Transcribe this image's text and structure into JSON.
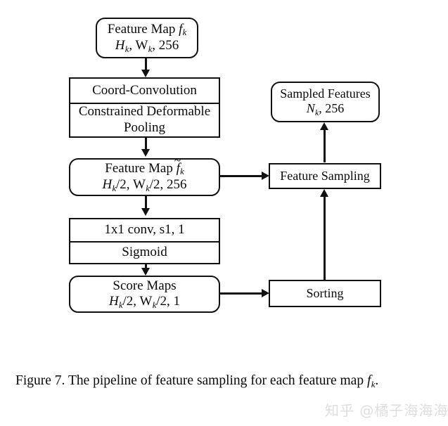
{
  "figure": {
    "nodes": {
      "feature_map_fk": {
        "line1_pre": "Feature Map ",
        "line1_var": "f",
        "line1_sub": "k",
        "line2": "H",
        "line2_sub1": "k",
        "line2_mid": ", W",
        "line2_sub2": "k",
        "line2_tail": ", 256",
        "full_text": "Feature Map f_k / H_k, W_k, 256"
      },
      "coord_convolution": {
        "label": "Coord-Convolution"
      },
      "constrained_deformable_pooling": {
        "line1": "Constrained Deformable",
        "line2": "Pooling"
      },
      "feature_map_ftilde_k": {
        "line1_pre": "Feature Map ",
        "line1_var": "f",
        "line1_sub": "k",
        "tilde": "~",
        "line2": "H",
        "line2_sub1": "k",
        "line2_mid": "/2, W",
        "line2_sub2": "k",
        "line2_tail": "/2, 256",
        "full_text": "Feature Map f~_k / H_k/2, W_k/2, 256"
      },
      "conv1x1": {
        "label": "1x1 conv, s1, 1"
      },
      "sigmoid": {
        "label": "Sigmoid"
      },
      "score_maps": {
        "line1": "Score Maps",
        "line2": "H",
        "line2_sub1": "k",
        "line2_mid": "/2, W",
        "line2_sub2": "k",
        "line2_tail": "/2, 1",
        "full_text": "Score Maps / H_k/2, W_k/2, 1"
      },
      "sampled_features": {
        "line1": "Sampled Features",
        "line2_var": "N",
        "line2_sub": "k",
        "line2_tail": ", 256",
        "full_text": "Sampled Features / N_k, 256"
      },
      "feature_sampling": {
        "label": "Feature Sampling"
      },
      "sorting": {
        "label": "Sorting"
      }
    },
    "edges": [
      {
        "name": "fk-to-coordconv",
        "from": "feature_map_fk",
        "to": "coord_convolution",
        "direction": "down"
      },
      {
        "name": "pooling-to-ftilde",
        "from": "constrained_deformable_pooling",
        "to": "feature_map_ftilde_k",
        "direction": "down"
      },
      {
        "name": "ftilde-to-conv1x1",
        "from": "feature_map_ftilde_k",
        "to": "conv1x1",
        "direction": "down"
      },
      {
        "name": "sigmoid-to-scoremaps",
        "from": "sigmoid",
        "to": "score_maps",
        "direction": "down"
      },
      {
        "name": "ftilde-to-featuresampling",
        "from": "feature_map_ftilde_k",
        "to": "feature_sampling",
        "direction": "right"
      },
      {
        "name": "scoremaps-to-sorting",
        "from": "score_maps",
        "to": "sorting",
        "direction": "right"
      },
      {
        "name": "sorting-to-featuresampling",
        "from": "sorting",
        "to": "feature_sampling",
        "direction": "up"
      },
      {
        "name": "featuresampling-to-sampledfeatures",
        "from": "feature_sampling",
        "to": "sampled_features",
        "direction": "up"
      }
    ]
  },
  "caption": {
    "prefix": "Figure 7.",
    "text": " The pipeline of feature sampling for each feature map ",
    "var": "f",
    "sub": "k",
    "suffix": "."
  },
  "watermark": {
    "text": "知乎 @橘子海海海"
  },
  "colors": {
    "stroke": "#111111",
    "background": "#ffffff",
    "text": "#0a0a0a",
    "watermark": "#dedede"
  }
}
